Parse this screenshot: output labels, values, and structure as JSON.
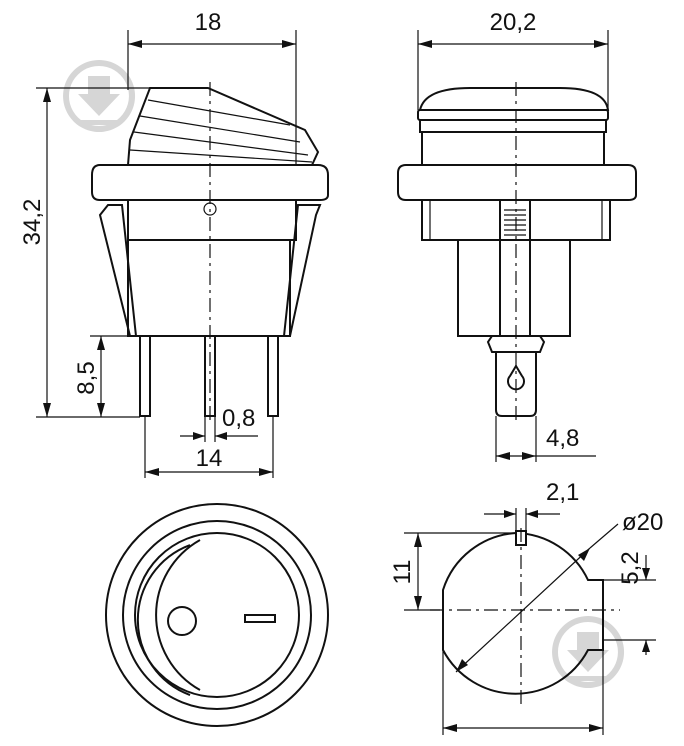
{
  "dimensions": {
    "side_width": "18",
    "front_width": "20,2",
    "total_height": "34,2",
    "terminal_length": "8,5",
    "terminal_thickness": "0,8",
    "terminal_pitch": "14",
    "terminal_width": "4,8",
    "key_width": "2,1",
    "hole_diameter": "ø20",
    "key_depth": "5,2",
    "hole_half_height": "11"
  },
  "icons": {
    "watermark_top": "download-watermark-icon",
    "watermark_bottom": "download-watermark-icon"
  },
  "colors": {
    "line": "#111111",
    "watermark": "#d6d6d6"
  }
}
